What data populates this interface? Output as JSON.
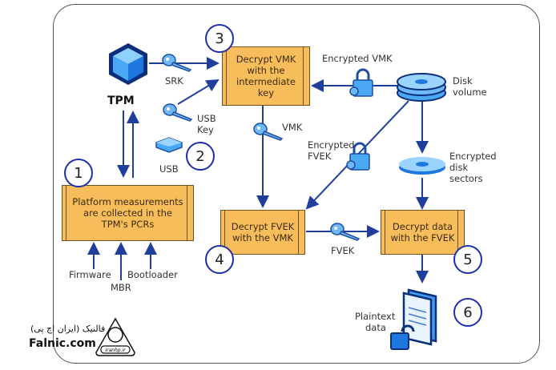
{
  "diagram": {
    "title_nodes": {
      "tpm": "TPM"
    },
    "steps": [
      {
        "number": "1",
        "text": "Platform measurements are collected in the TPM's PCRs"
      },
      {
        "number": "2",
        "text": ""
      },
      {
        "number": "3",
        "text": "Decrypt VMK with the intermediate key"
      },
      {
        "number": "4",
        "text": "Decrypt FVEK with the VMK"
      },
      {
        "number": "5",
        "text": "Decrypt data with the FVEK"
      },
      {
        "number": "6",
        "text": ""
      }
    ],
    "box_lines": {
      "box1": [
        "Platform measurements",
        "are collected in the",
        "TPM's PCRs"
      ],
      "box3": [
        "Decrypt VMK",
        "with the",
        "intermediate",
        "key"
      ],
      "box4": [
        "Decrypt FVEK",
        "with the VMK"
      ],
      "box5": [
        "Decrypt data",
        "with the FVEK"
      ]
    },
    "labels": {
      "srk": "SRK",
      "usb_key_1": "USB",
      "usb_key_2": "Key",
      "usb": "USB",
      "vmk": "VMK",
      "encrypted_vmk": "Encrypted VMK",
      "disk_volume_1": "Disk",
      "disk_volume_2": "volume",
      "encrypted_fvek_1": "Encrypted",
      "encrypted_fvek_2": "FVEK",
      "encrypted_sectors_1": "Encrypted",
      "encrypted_sectors_2": "disk",
      "encrypted_sectors_3": "sectors",
      "fvek": "FVEK",
      "firmware": "Firmware",
      "mbr": "MBR",
      "bootloader": "Bootloader",
      "plaintext_1": "Plaintext",
      "plaintext_2": "data"
    },
    "colors": {
      "box_fill": "#f7bd5a",
      "arrow": "#1f3f9a",
      "circle": "#1f2fa8",
      "icon_blue": "#3d9bf0"
    }
  },
  "watermark": {
    "site": "Falnic.com",
    "persian": "فالنیک (ایران اچ پی)",
    "logo_text": "iranhp.ir"
  }
}
